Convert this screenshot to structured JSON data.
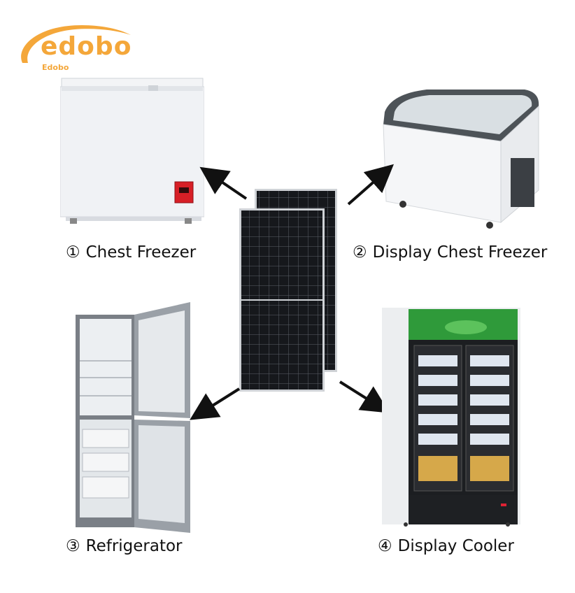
{
  "brand": {
    "name": "edobo",
    "subtitle": "Edobo",
    "color": "#f4a73a"
  },
  "center": {
    "item": "solar-panel"
  },
  "appliances": [
    {
      "number": "①",
      "label": "Chest Freezer"
    },
    {
      "number": "②",
      "label": "Display Chest Freezer"
    },
    {
      "number": "③",
      "label": "Refrigerator"
    },
    {
      "number": "④",
      "label": "Display Cooler"
    }
  ]
}
